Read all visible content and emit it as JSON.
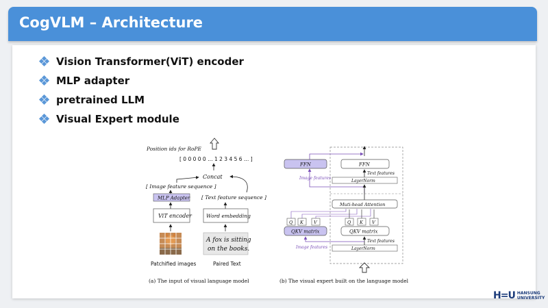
{
  "slide": {
    "title": "CogVLM – Architecture"
  },
  "bullets": [
    {
      "label": "Vision Transformer(ViT) encoder"
    },
    {
      "label": "MLP adapter"
    },
    {
      "label": "pretrained LLM"
    },
    {
      "label": "Visual Expert module"
    }
  ],
  "figure_a": {
    "position_ids_label": "Position ids for RoPE",
    "position_ids": "[ 0 0 0 0 0 … 1 2 3 4 5 6 … ]",
    "concat": "Concat",
    "image_feature_sequence": "[ Image feature sequence ]",
    "text_feature_sequence": "[ Text  feature sequence ]",
    "mlp_adapter": "MLP Adapter",
    "vit_encoder": "ViT encoder",
    "word_embedding": "Word embedding",
    "text_sample_line1": "A fox is sitting",
    "text_sample_line2": "on the books.",
    "patchified_images": "Patchified images",
    "paired_text": "Paired Text",
    "caption": "(a) The input of visual language model"
  },
  "figure_b": {
    "ffn_image": "FFN",
    "ffn_text": "FFN",
    "text_features_top": "Text features",
    "layernorm_top": "LayerNorm",
    "image_features_top": "Image features",
    "attention": "Muti-head Attention",
    "q_left": "Q",
    "k_left": "K",
    "v_left": "V",
    "q_right": "Q",
    "k_right": "K",
    "v_right": "V",
    "qkv_image": "QKV matrix",
    "qkv_text": "QKV matrix",
    "text_features_bottom": "Text features",
    "image_features_bottom": "Image features",
    "layernorm_bottom": "LayerNorm",
    "caption": "(b) The visual expert built on the language model"
  },
  "logo": {
    "mark": "H=U",
    "line1": "HANSUNG",
    "line2": "UNIVERSITY"
  },
  "colors": {
    "header": "#4a90d9",
    "bullet": "#5a97d8",
    "expert_fill": "#c9c3f0",
    "expert_line": "#7a4fb8"
  }
}
